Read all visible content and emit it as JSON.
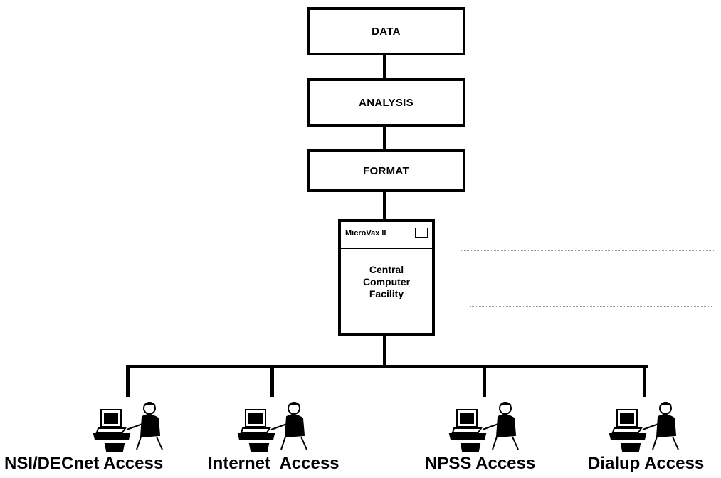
{
  "pipeline": {
    "data_label": "DATA",
    "analysis_label": "ANALYSIS",
    "format_label": "FORMAT"
  },
  "central_computer": {
    "model": "MicroVax II",
    "description_lines": [
      "Central",
      "Computer",
      "Facility"
    ]
  },
  "access_points": [
    {
      "label": "NSI/DECnet Access"
    },
    {
      "label": "Internet  Access"
    },
    {
      "label": "NPSS Access"
    },
    {
      "label": "Dialup Access"
    }
  ],
  "colors": {
    "line": "#000000",
    "background": "#ffffff"
  },
  "icons": {
    "terminal": "workstation-user-icon"
  }
}
